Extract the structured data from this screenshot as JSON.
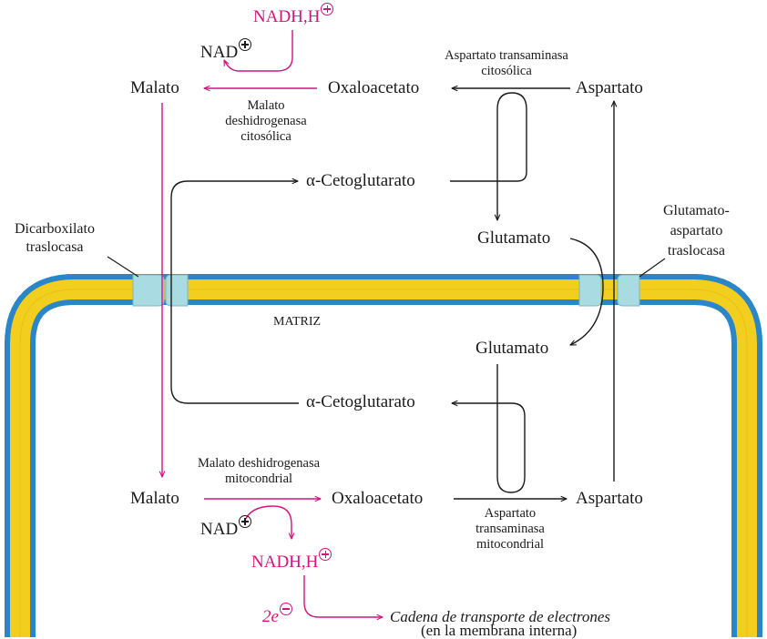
{
  "colors": {
    "membrane_core": "#F2CE1E",
    "membrane_head": "#2A86C8",
    "transporter": "#A8DCE2",
    "accent": "#D4137F",
    "ink": "#1A1A1A"
  },
  "cytosol": {
    "nadh": "NADH,H",
    "nad": "NAD",
    "malate": "Malato",
    "mdh_enzyme": [
      "Malato",
      "deshidrogenasa",
      "citosólica"
    ],
    "oxaloacetate": "Oxaloacetato",
    "ast_enzyme": [
      "Aspartato transaminasa",
      "citosólica"
    ],
    "aspartate": "Aspartato",
    "alpha_kg": "α-Cetoglutarato",
    "glutamate": "Glutamato"
  },
  "membrane": {
    "dicarboxylate": [
      "Dicarboxilato",
      "traslocasa"
    ],
    "glu_asp": [
      "Glutamato-",
      "aspartato",
      "traslocasa"
    ]
  },
  "matrix": {
    "label": "MATRIZ",
    "glutamate": "Glutamato",
    "alpha_kg": "α-Cetoglutarato",
    "mdh_enzyme": [
      "Malato deshidrogenasa",
      "mitocondrial"
    ],
    "malate": "Malato",
    "oxaloacetate": "Oxaloacetato",
    "aspartate": "Aspartato",
    "ast_enzyme": [
      "Aspartato",
      "transaminasa",
      "mitocondrial"
    ],
    "nad": "NAD",
    "nadh": "NADH,H",
    "electrons": "2e",
    "etc": "Cadena de transporte de electrones",
    "etc_location": "(en la membrana interna)"
  }
}
